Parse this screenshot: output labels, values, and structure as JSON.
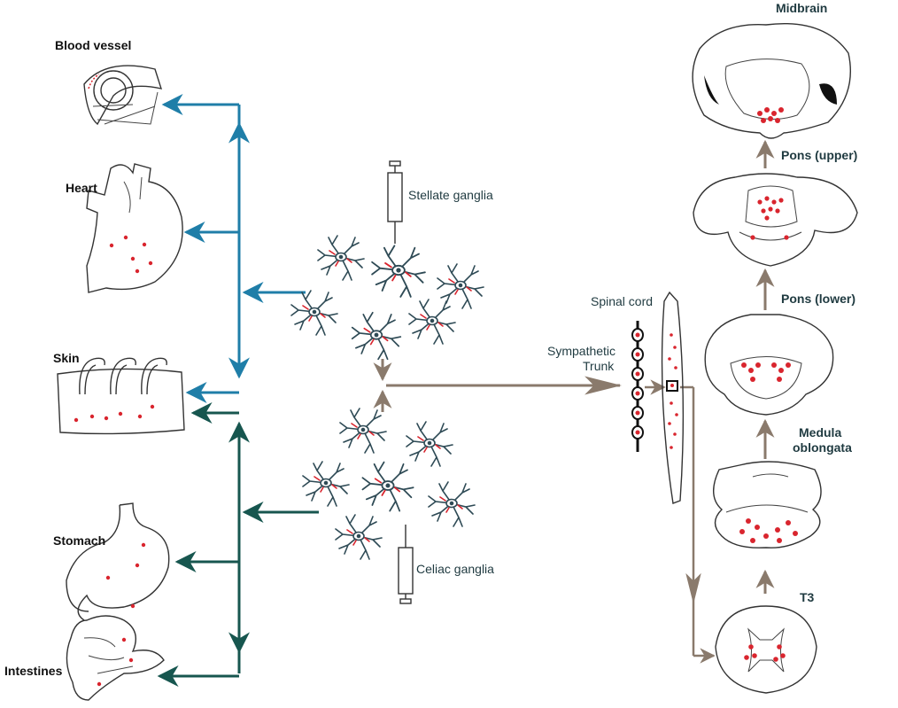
{
  "labels": {
    "blood_vessel": "Blood vessel",
    "heart": "Heart",
    "skin": "Skin",
    "stomach": "Stomach",
    "intestines": "Intestines",
    "stellate": "Stellate ganglia",
    "celiac": "Celiac ganglia",
    "spinal_cord": "Spinal cord",
    "sympathetic_1": "Sympathetic",
    "sympathetic_2": "Trunk",
    "midbrain": "Midbrain",
    "pons_upper": "Pons (upper)",
    "pons_lower": "Pons (lower)",
    "medulla_1": "Medula",
    "medulla_2": "oblongata",
    "t3": "T3"
  },
  "colors": {
    "blue": "#1f7ea8",
    "green": "#17564f",
    "brown": "#8a7a6c",
    "red": "#d9252e",
    "neuron": "#2e4a55"
  },
  "icons": [
    "syringe-icon",
    "neuron-icon",
    "heart-icon",
    "stomach-icon",
    "brain-section-icon"
  ]
}
